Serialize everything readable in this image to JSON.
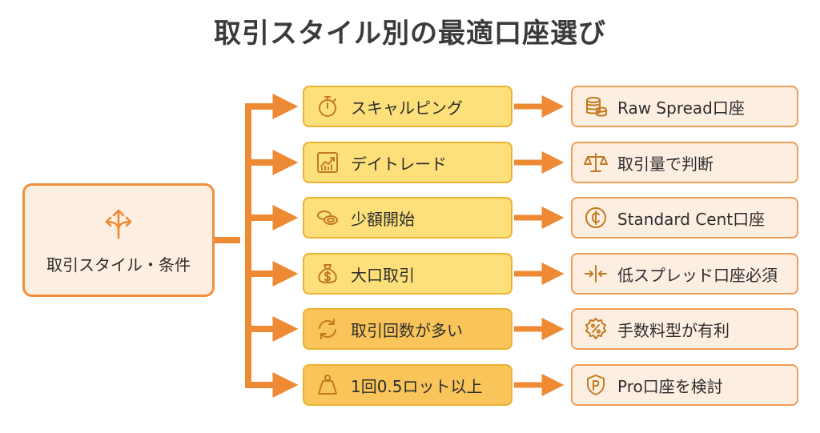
{
  "title": "取引スタイル別の最適口座選び",
  "root": {
    "label": "取引スタイル・条件",
    "icon": "split-arrows-icon"
  },
  "rows": [
    {
      "style": "スキャルピング",
      "style_icon": "stopwatch-icon",
      "account": "Raw Spread口座",
      "account_icon": "coins-stack-icon"
    },
    {
      "style": "デイトレード",
      "style_icon": "trend-chart-icon",
      "account": "取引量で判断",
      "account_icon": "balance-scale-icon"
    },
    {
      "style": "少額開始",
      "style_icon": "coins-icon",
      "account": "Standard Cent口座",
      "account_icon": "cent-coin-icon"
    },
    {
      "style": "大口取引",
      "style_icon": "money-bag-icon",
      "account": "低スプレッド口座必須",
      "account_icon": "narrow-arrows-icon"
    },
    {
      "style": "取引回数が多い",
      "style_icon": "refresh-icon",
      "account": "手数料型が有利",
      "account_icon": "percent-badge-icon"
    },
    {
      "style": "1回0.5ロット以上",
      "style_icon": "weight-icon",
      "account": "Pro口座を検討",
      "account_icon": "pro-shield-icon"
    }
  ],
  "colors": {
    "connector": "#ef8a34",
    "root_fill": "#fdeee2",
    "style_fill_light": "#fde07a",
    "style_fill_dark": "#f9c55a",
    "account_fill": "#fdeee2",
    "icon_stroke": "#c27a1f"
  }
}
